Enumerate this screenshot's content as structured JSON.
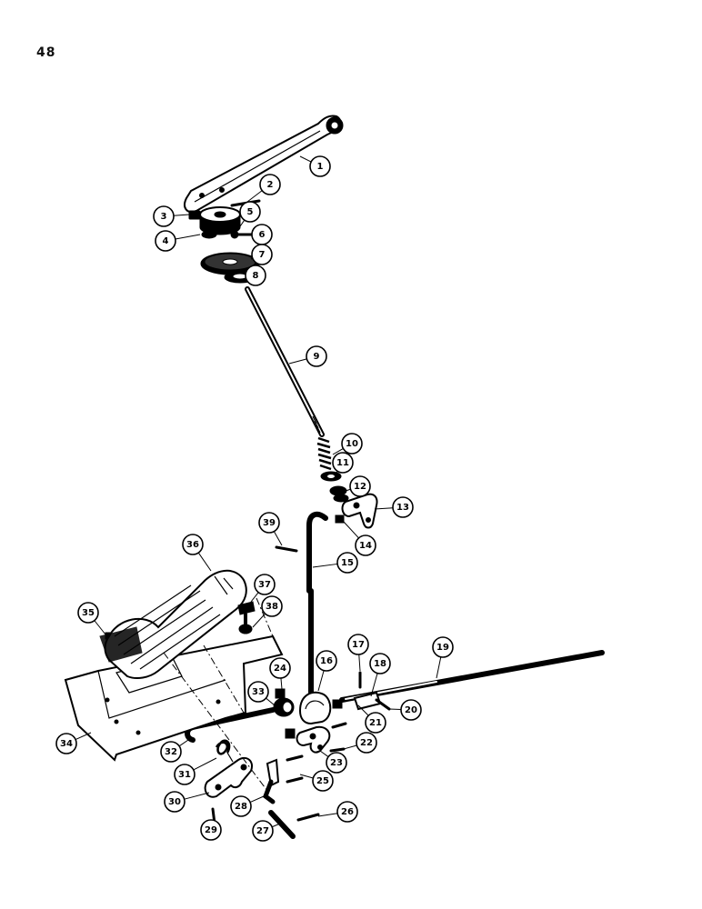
{
  "page_number": "48",
  "callouts": [
    "1",
    "2",
    "3",
    "4",
    "5",
    "6",
    "7",
    "8",
    "9",
    "10",
    "11",
    "12",
    "13",
    "14",
    "15",
    "16",
    "17",
    "18",
    "19",
    "20",
    "21",
    "22",
    "23",
    "24",
    "25",
    "26",
    "27",
    "28",
    "29",
    "30",
    "31",
    "32",
    "33",
    "34",
    "35",
    "36",
    "37",
    "38",
    "39"
  ]
}
